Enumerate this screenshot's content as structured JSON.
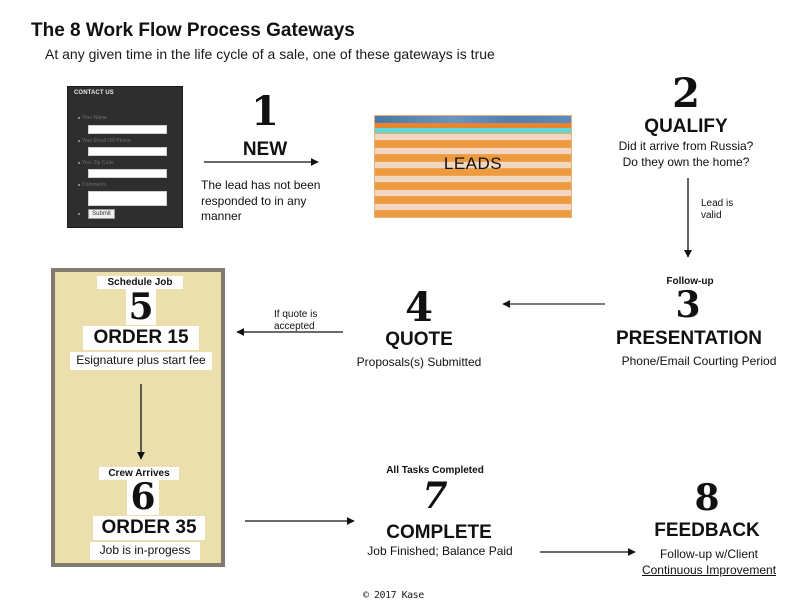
{
  "header": {
    "title": "The 8 Work Flow Process Gateways",
    "subtitle": "At any given time in the life cycle of a sale, one of these gateways is true"
  },
  "contact_form": {
    "title": "CONTACT US",
    "fields": [
      {
        "label": "Your Name",
        "value": ""
      },
      {
        "label": "Your Email OR Phone",
        "value": ""
      },
      {
        "label": "Your Zip Code",
        "value": ""
      },
      {
        "label": "Comments",
        "value": ""
      }
    ],
    "submit_label": "Submit"
  },
  "leads_image": {
    "label": "LEADS",
    "colors": {
      "header_bar": "#4b78a8",
      "column_header": "#61d7d9",
      "row_light": "#efd7c2",
      "row_orange": "#ee9a3e"
    }
  },
  "gateways": [
    {
      "number": "1",
      "name": "NEW",
      "pre_label": "",
      "description": [
        "The lead has not been",
        "responded to in any",
        "manner"
      ]
    },
    {
      "number": "2",
      "name": "QUALIFY",
      "pre_label": "",
      "description": [
        "Did it arrive from Russia?",
        "Do they own the home?"
      ]
    },
    {
      "number": "3",
      "name": "PRESENTATION",
      "pre_label": "Follow-up",
      "description": [
        "Phone/Email Courting Period"
      ]
    },
    {
      "number": "4",
      "name": "QUOTE",
      "pre_label": "",
      "description": [
        "Proposals(s) Submitted"
      ]
    },
    {
      "number": "5",
      "name": "ORDER 15",
      "pre_label": "Schedule Job",
      "description": [
        "Esignature plus start fee"
      ]
    },
    {
      "number": "6",
      "name": "ORDER 35",
      "pre_label": "Crew Arrives",
      "description": [
        "Job is in-progess"
      ]
    },
    {
      "number": "7",
      "name": "COMPLETE",
      "pre_label": "All Tasks Completed",
      "description": [
        "Job Finished; Balance Paid"
      ]
    },
    {
      "number": "8",
      "name": "FEEDBACK",
      "pre_label": "",
      "description": [
        "Follow-up w/Client",
        "Continuous Improvement"
      ]
    }
  ],
  "arrow_labels": {
    "qualify_to_presentation": [
      "Lead is",
      "valid"
    ],
    "quote_to_order": [
      "If quote is",
      "accepted"
    ]
  },
  "order_box_color": "#ebdfae",
  "footer": {
    "copyright": "© 2017 Kase"
  }
}
